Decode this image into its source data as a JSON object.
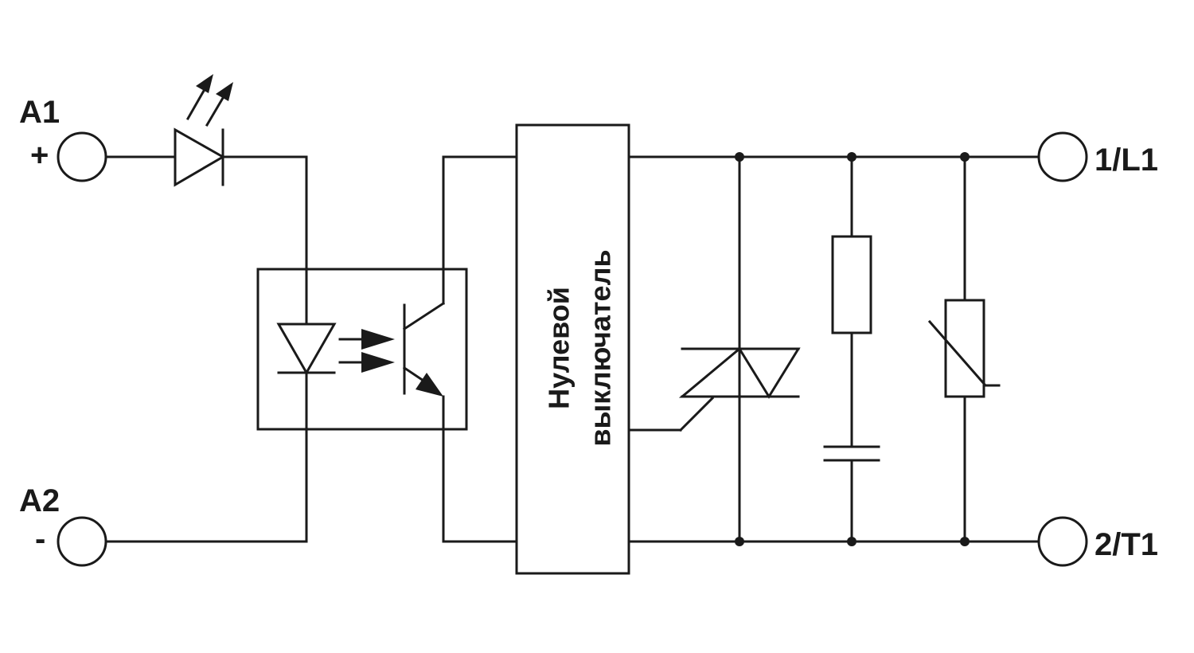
{
  "terminals": {
    "a1": "A1",
    "a1_sign": "+",
    "a2": "A2",
    "a2_sign": "-",
    "l1": "1/L1",
    "t1": "2/T1"
  },
  "zero_cross_block": {
    "line1": "Нулевой",
    "line2": "выключатель"
  },
  "colors": {
    "stroke": "#1a1a1a",
    "background": "#ffffff"
  }
}
